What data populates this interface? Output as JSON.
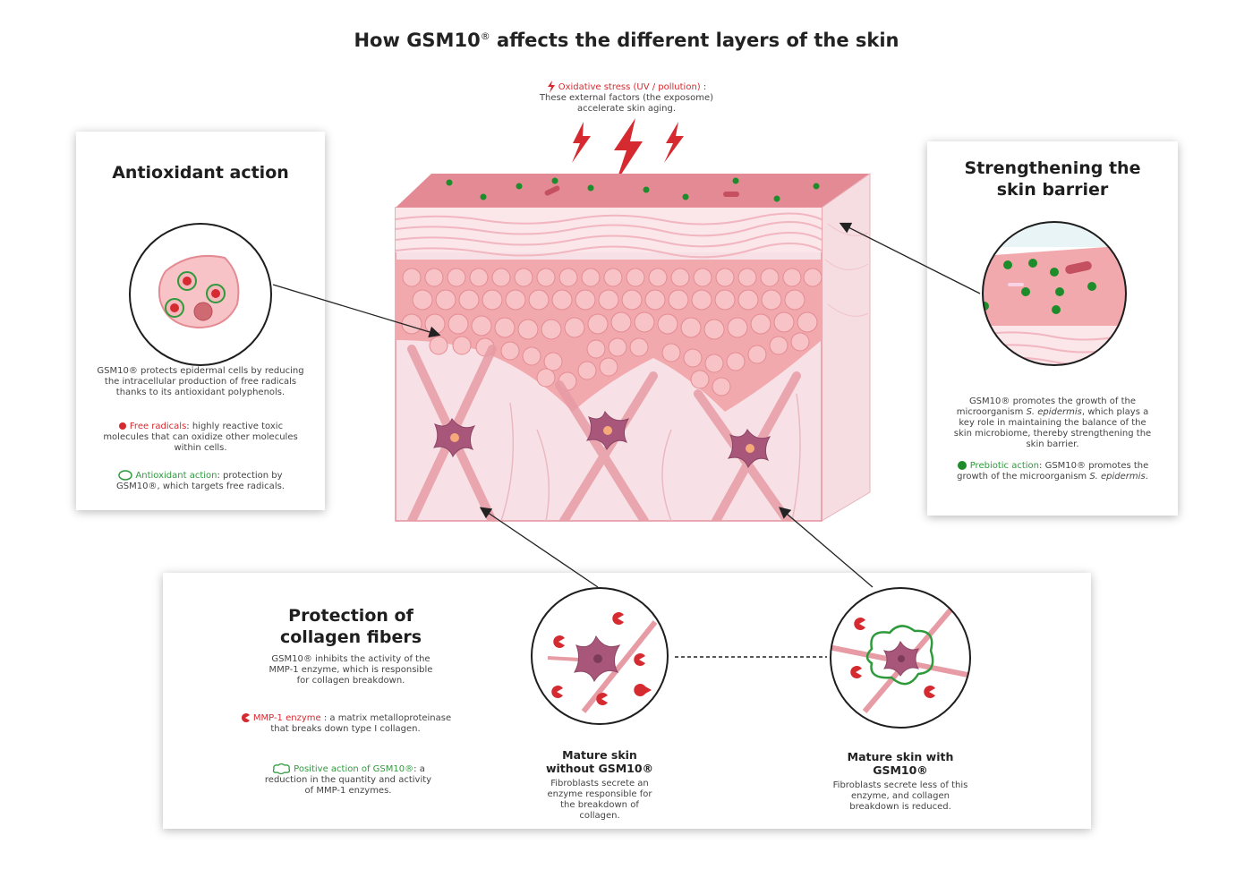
{
  "title": {
    "main": "How GSM10",
    "reg": "®",
    "rest": " affects the different layers of the skin"
  },
  "oxidative": {
    "label": "Oxidative stress (UV / pollution)",
    "colon": " :",
    "line1": "These external factors (the exposome)",
    "line2": "accelerate skin aging."
  },
  "antioxidant": {
    "heading": "Antioxidant action",
    "desc": "GSM10® protects epidermal cells by reducing the intracellular production of free radicals thanks to its antioxidant polyphenols.",
    "free_label": "Free radicals",
    "free_text": ": highly reactive toxic molecules that can oxidize other molecules within cells.",
    "anti_label": "Antioxidant action",
    "anti_text": ": protection by GSM10®, which targets free radicals."
  },
  "barrier": {
    "heading": "Strengthening the skin barrier",
    "desc_a": "GSM10® promotes the growth of the microorganism ",
    "desc_em": "S. epidermis",
    "desc_b": ", which plays a key role in maintaining the balance of the skin microbiome, thereby strengthening the skin barrier.",
    "pre_label": "Prebiotic action",
    "pre_text": ": GSM10® promotes the growth of the microorganism ",
    "pre_em": "S. epidermis",
    "pre_end": "."
  },
  "collagen": {
    "heading": "Protection of collagen fibers",
    "desc": "GSM10® inhibits the activity of the MMP-1 enzyme, which is responsible for collagen breakdown.",
    "mmp_label": "MMP-1 enzyme",
    "mmp_text": " : a matrix metalloproteinase that breaks down type I collagen.",
    "pos_label": "Positive action of GSM10®",
    "pos_text": ": a reduction in the quantity and activity of MMP-1 enzymes.",
    "without_title": "Mature skin without GSM10®",
    "without_desc": "Fibroblasts secrete an enzyme responsible for the breakdown of collagen.",
    "with_title": "Mature skin with GSM10®",
    "with_desc": "Fibroblasts secrete less of this enzyme, and collagen breakdown is reduced."
  },
  "colors": {
    "red": "#d52a30",
    "green": "#2f9a3c",
    "skin": "#f2a9ae",
    "fibroblast": "#a8577a"
  }
}
